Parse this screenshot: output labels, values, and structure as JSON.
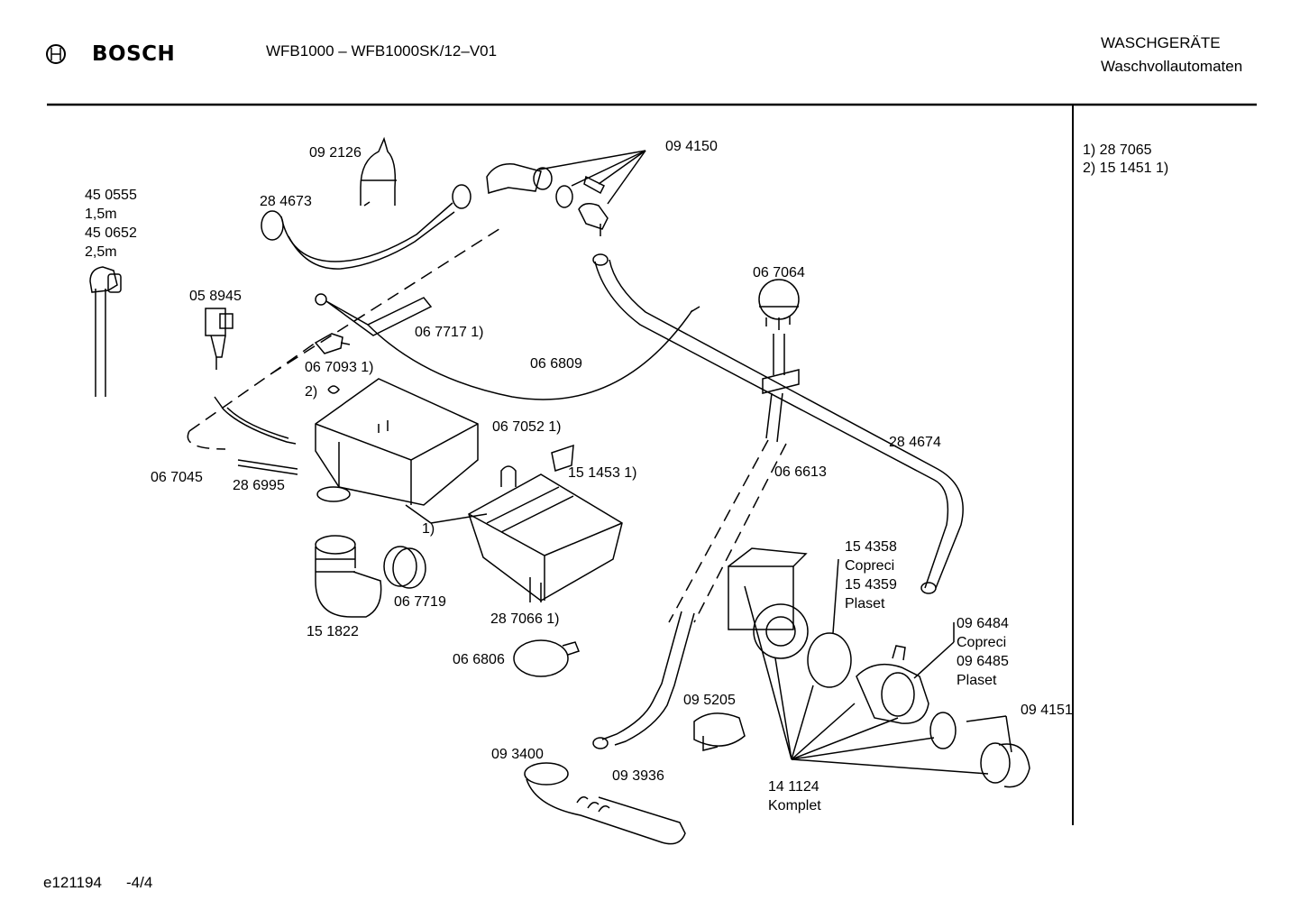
{
  "header": {
    "brand": "BOSCH",
    "model": "WFB1000 – WFB1000SK/12–V01",
    "category": "WASCHGERÄTE",
    "subcategory": "Waschvollautomaten"
  },
  "notes": [
    "1) 28 7065",
    "2) 15 1451 1)"
  ],
  "parts": {
    "p450555": [
      "45 0555",
      "1,5m",
      "45 0652",
      "2,5m"
    ],
    "p092126": "09 2126",
    "p284673": "28 4673",
    "p094150": "09 4150",
    "p058945": "05 8945",
    "p067717": "06 7717 1)",
    "p067093": "06 7093 1)",
    "p066809": "06 6809",
    "p067064": "06 7064",
    "p2paren": "2)",
    "p067052": "06 7052 1)",
    "p151453": "15 1453 1)",
    "p284674": "28 4674",
    "p067045": "06 7045",
    "p286995": "28 6995",
    "p066613": "06 6613",
    "p1paren": "1)",
    "p154358": [
      "15 4358",
      "Copreci",
      "15 4359",
      "Plaset"
    ],
    "p151822": "15 1822",
    "p067719": "06 7719",
    "p287066": "28 7066 1)",
    "p096484": [
      "09 6484",
      "Copreci",
      "09 6485",
      "Plaset"
    ],
    "p066806": "06 6806",
    "p095205": "09 5205",
    "p094151": "09 4151",
    "p093400": "09 3400",
    "p093936": "09 3936",
    "p141124": [
      "14 1124",
      "Komplet"
    ]
  },
  "footer": {
    "code": "e121194",
    "page": "-4/4"
  }
}
